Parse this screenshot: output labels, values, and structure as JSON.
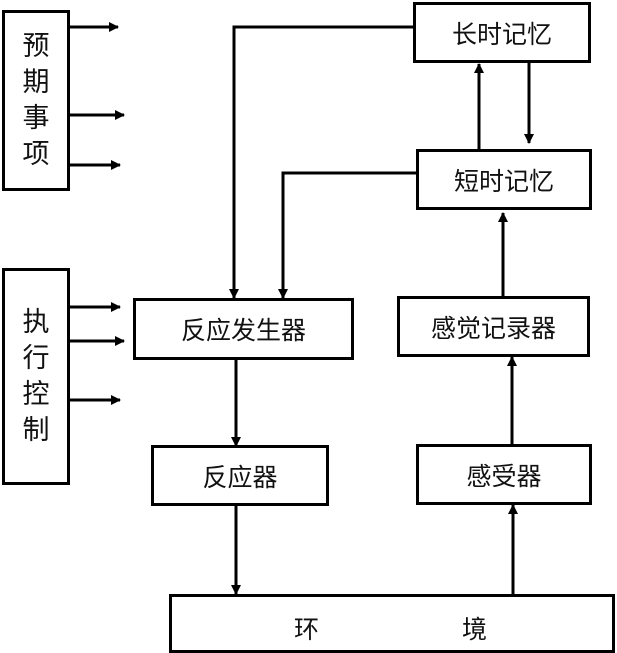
{
  "diagram": {
    "side_boxes": {
      "expectations": {
        "chars": [
          "预",
          "期",
          "事",
          "项"
        ],
        "label": "预期事项"
      },
      "executive_control": {
        "chars": [
          "执",
          "行",
          "控",
          "制"
        ],
        "label": "执行控制"
      }
    },
    "boxes": {
      "long_term_memory": "长时记忆",
      "short_term_memory": "短时记忆",
      "response_generator": "反应发生器",
      "sensory_register": "感觉记录器",
      "effector": "反应器",
      "receptor": "感受器",
      "environment": {
        "left": "环",
        "right": "境"
      }
    },
    "edges": [
      {
        "from": "环境",
        "to": "感受器"
      },
      {
        "from": "感受器",
        "to": "感觉记录器"
      },
      {
        "from": "感觉记录器",
        "to": "短时记忆"
      },
      {
        "from": "短时记忆",
        "to": "长时记忆"
      },
      {
        "from": "长时记忆",
        "to": "短时记忆"
      },
      {
        "from": "长时记忆",
        "to": "反应发生器"
      },
      {
        "from": "短时记忆",
        "to": "反应发生器"
      },
      {
        "from": "反应发生器",
        "to": "反应器"
      },
      {
        "from": "反应器",
        "to": "环境"
      },
      {
        "from": "预期事项",
        "to": "(outputs x3)"
      },
      {
        "from": "执行控制",
        "to": "(outputs x3)"
      }
    ],
    "colors": {
      "line": "#000000",
      "background": "#ffffff"
    }
  }
}
